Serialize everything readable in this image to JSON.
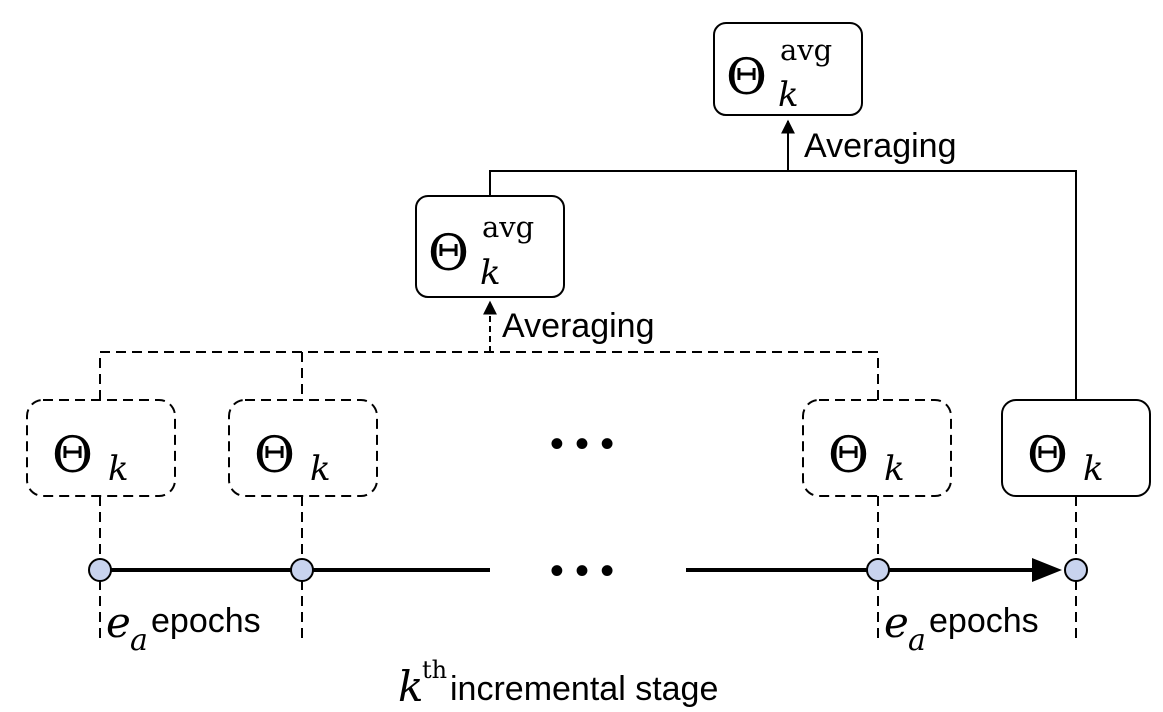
{
  "symbols": {
    "theta": "Θ",
    "k": "k",
    "avg": "avg",
    "e": "e",
    "a": "a",
    "th": "th"
  },
  "labels": {
    "averaging_top": "Averaging",
    "averaging_mid": "Averaging",
    "epochs": "epochs",
    "stage_suffix": " incremental stage"
  },
  "ellipsis": "• • •",
  "colors": {
    "node_fill": "#c8d3ee",
    "line": "#000000"
  }
}
